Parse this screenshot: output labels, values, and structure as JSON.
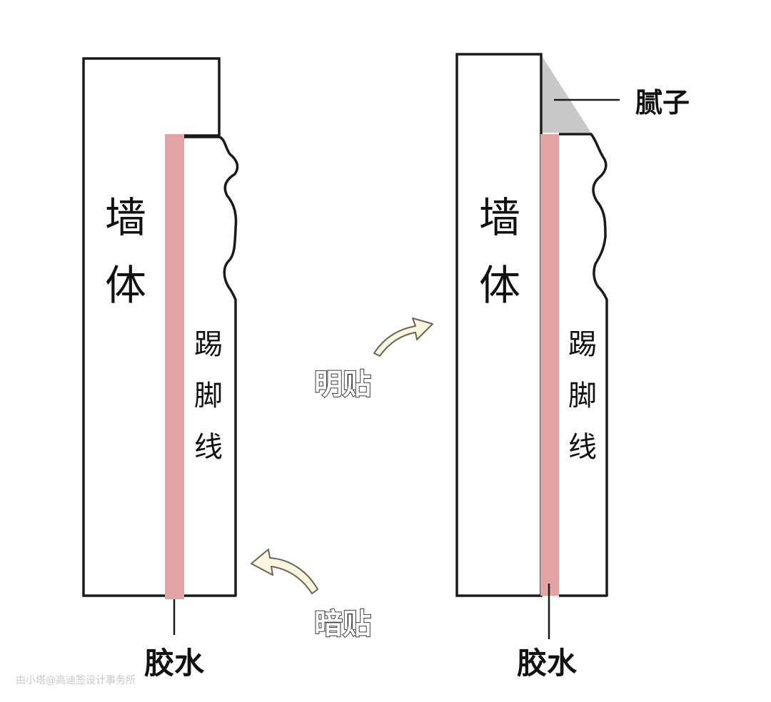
{
  "colors": {
    "outline": "#1a1a1a",
    "glue_strip": "#e3a4a6",
    "putty_fill": "#c9c9c9",
    "arrow_fill": "#fbf6e0",
    "arrow_stroke": "#6b6455"
  },
  "left_diagram": {
    "wall_label": [
      "墙",
      "体"
    ],
    "baseboard_label": [
      "踢",
      "脚",
      "线"
    ],
    "glue_label": "胶水"
  },
  "right_diagram": {
    "wall_label": [
      "墙",
      "体"
    ],
    "baseboard_label": [
      "踢",
      "脚",
      "线"
    ],
    "glue_label": "胶水",
    "putty_label": "腻子"
  },
  "annotations": {
    "surface_mount": "明贴",
    "concealed_mount": "暗贴"
  },
  "watermark": "由小塔@高迪签设计事务所"
}
